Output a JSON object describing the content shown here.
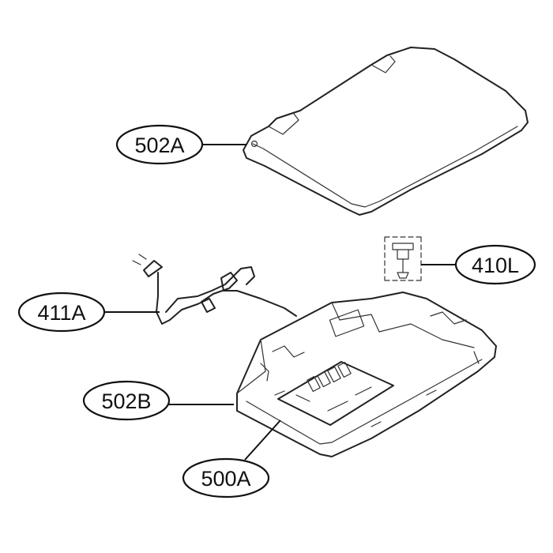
{
  "diagram": {
    "callouts": [
      {
        "id": "502A",
        "label": "502A"
      },
      {
        "id": "411A",
        "label": "411A"
      },
      {
        "id": "410L",
        "label": "410L"
      },
      {
        "id": "502B",
        "label": "502B"
      },
      {
        "id": "500A",
        "label": "500A"
      }
    ],
    "colors": {
      "line": "#222222",
      "background": "#ffffff"
    }
  }
}
